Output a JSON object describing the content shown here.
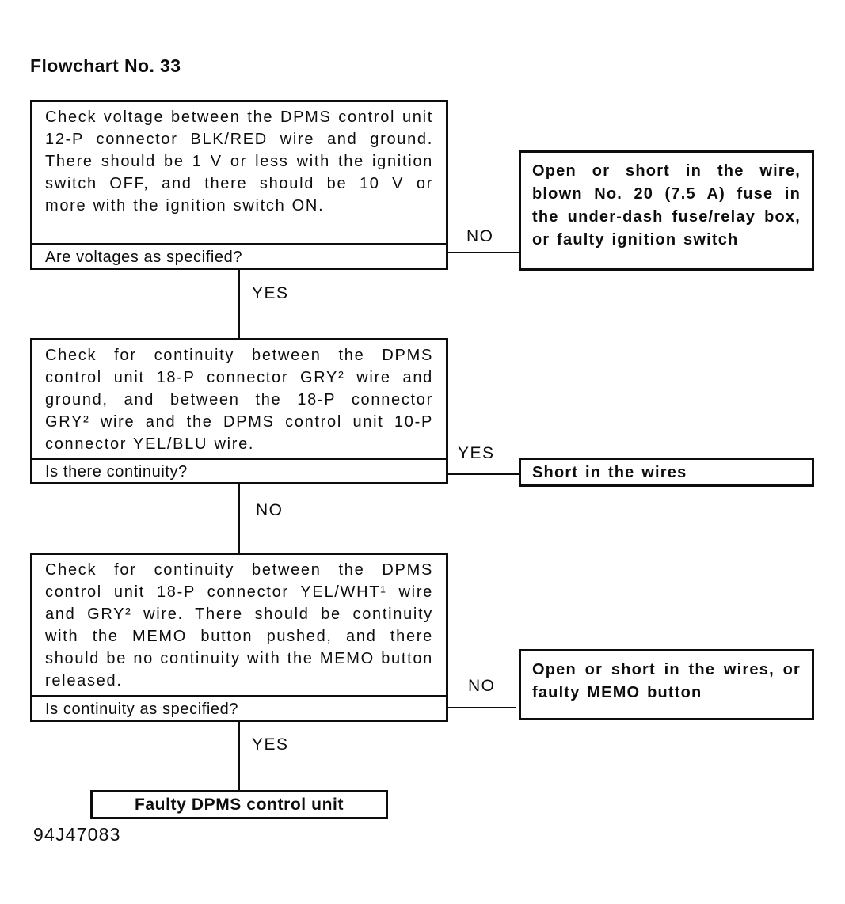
{
  "title": "Flowchart No. 33",
  "footer_code": "94J47083",
  "colors": {
    "ink": "#0d0d0d",
    "paper": "#ffffff"
  },
  "flowchart": {
    "steps": [
      {
        "instruction": "Check voltage between the DPMS control unit 12-P connector BLK/RED wire and ground. There should be 1 V or less with the ignition switch OFF, and there should be 10 V or more with the ignition switch ON.",
        "question": "Are voltages as specified?",
        "branch_label": "NO",
        "branch_result": "Open or short in the wire, blown No. 20 (7.5 A) fuse in the under-dash fuse/relay box, or faulty ignition switch",
        "continue_label": "YES"
      },
      {
        "instruction": "Check for continuity between the DPMS control unit 18-P connector GRY² wire and ground, and between the 18-P connector GRY² wire and the DPMS control unit 10-P connector YEL/BLU wire.",
        "question": "Is there continuity?",
        "branch_label": "YES",
        "branch_result": "Short in the wires",
        "continue_label": "NO"
      },
      {
        "instruction": "Check for continuity between the DPMS control unit 18-P connector YEL/WHT¹ wire and GRY² wire. There should be continuity with the MEMO button pushed, and there should be no continuity with the MEMO button released.",
        "question": "Is continuity as specified?",
        "branch_label": "NO",
        "branch_result": "Open or short in the wires, or faulty MEMO button",
        "continue_label": "YES"
      }
    ],
    "final_result": "Faulty DPMS control unit"
  }
}
